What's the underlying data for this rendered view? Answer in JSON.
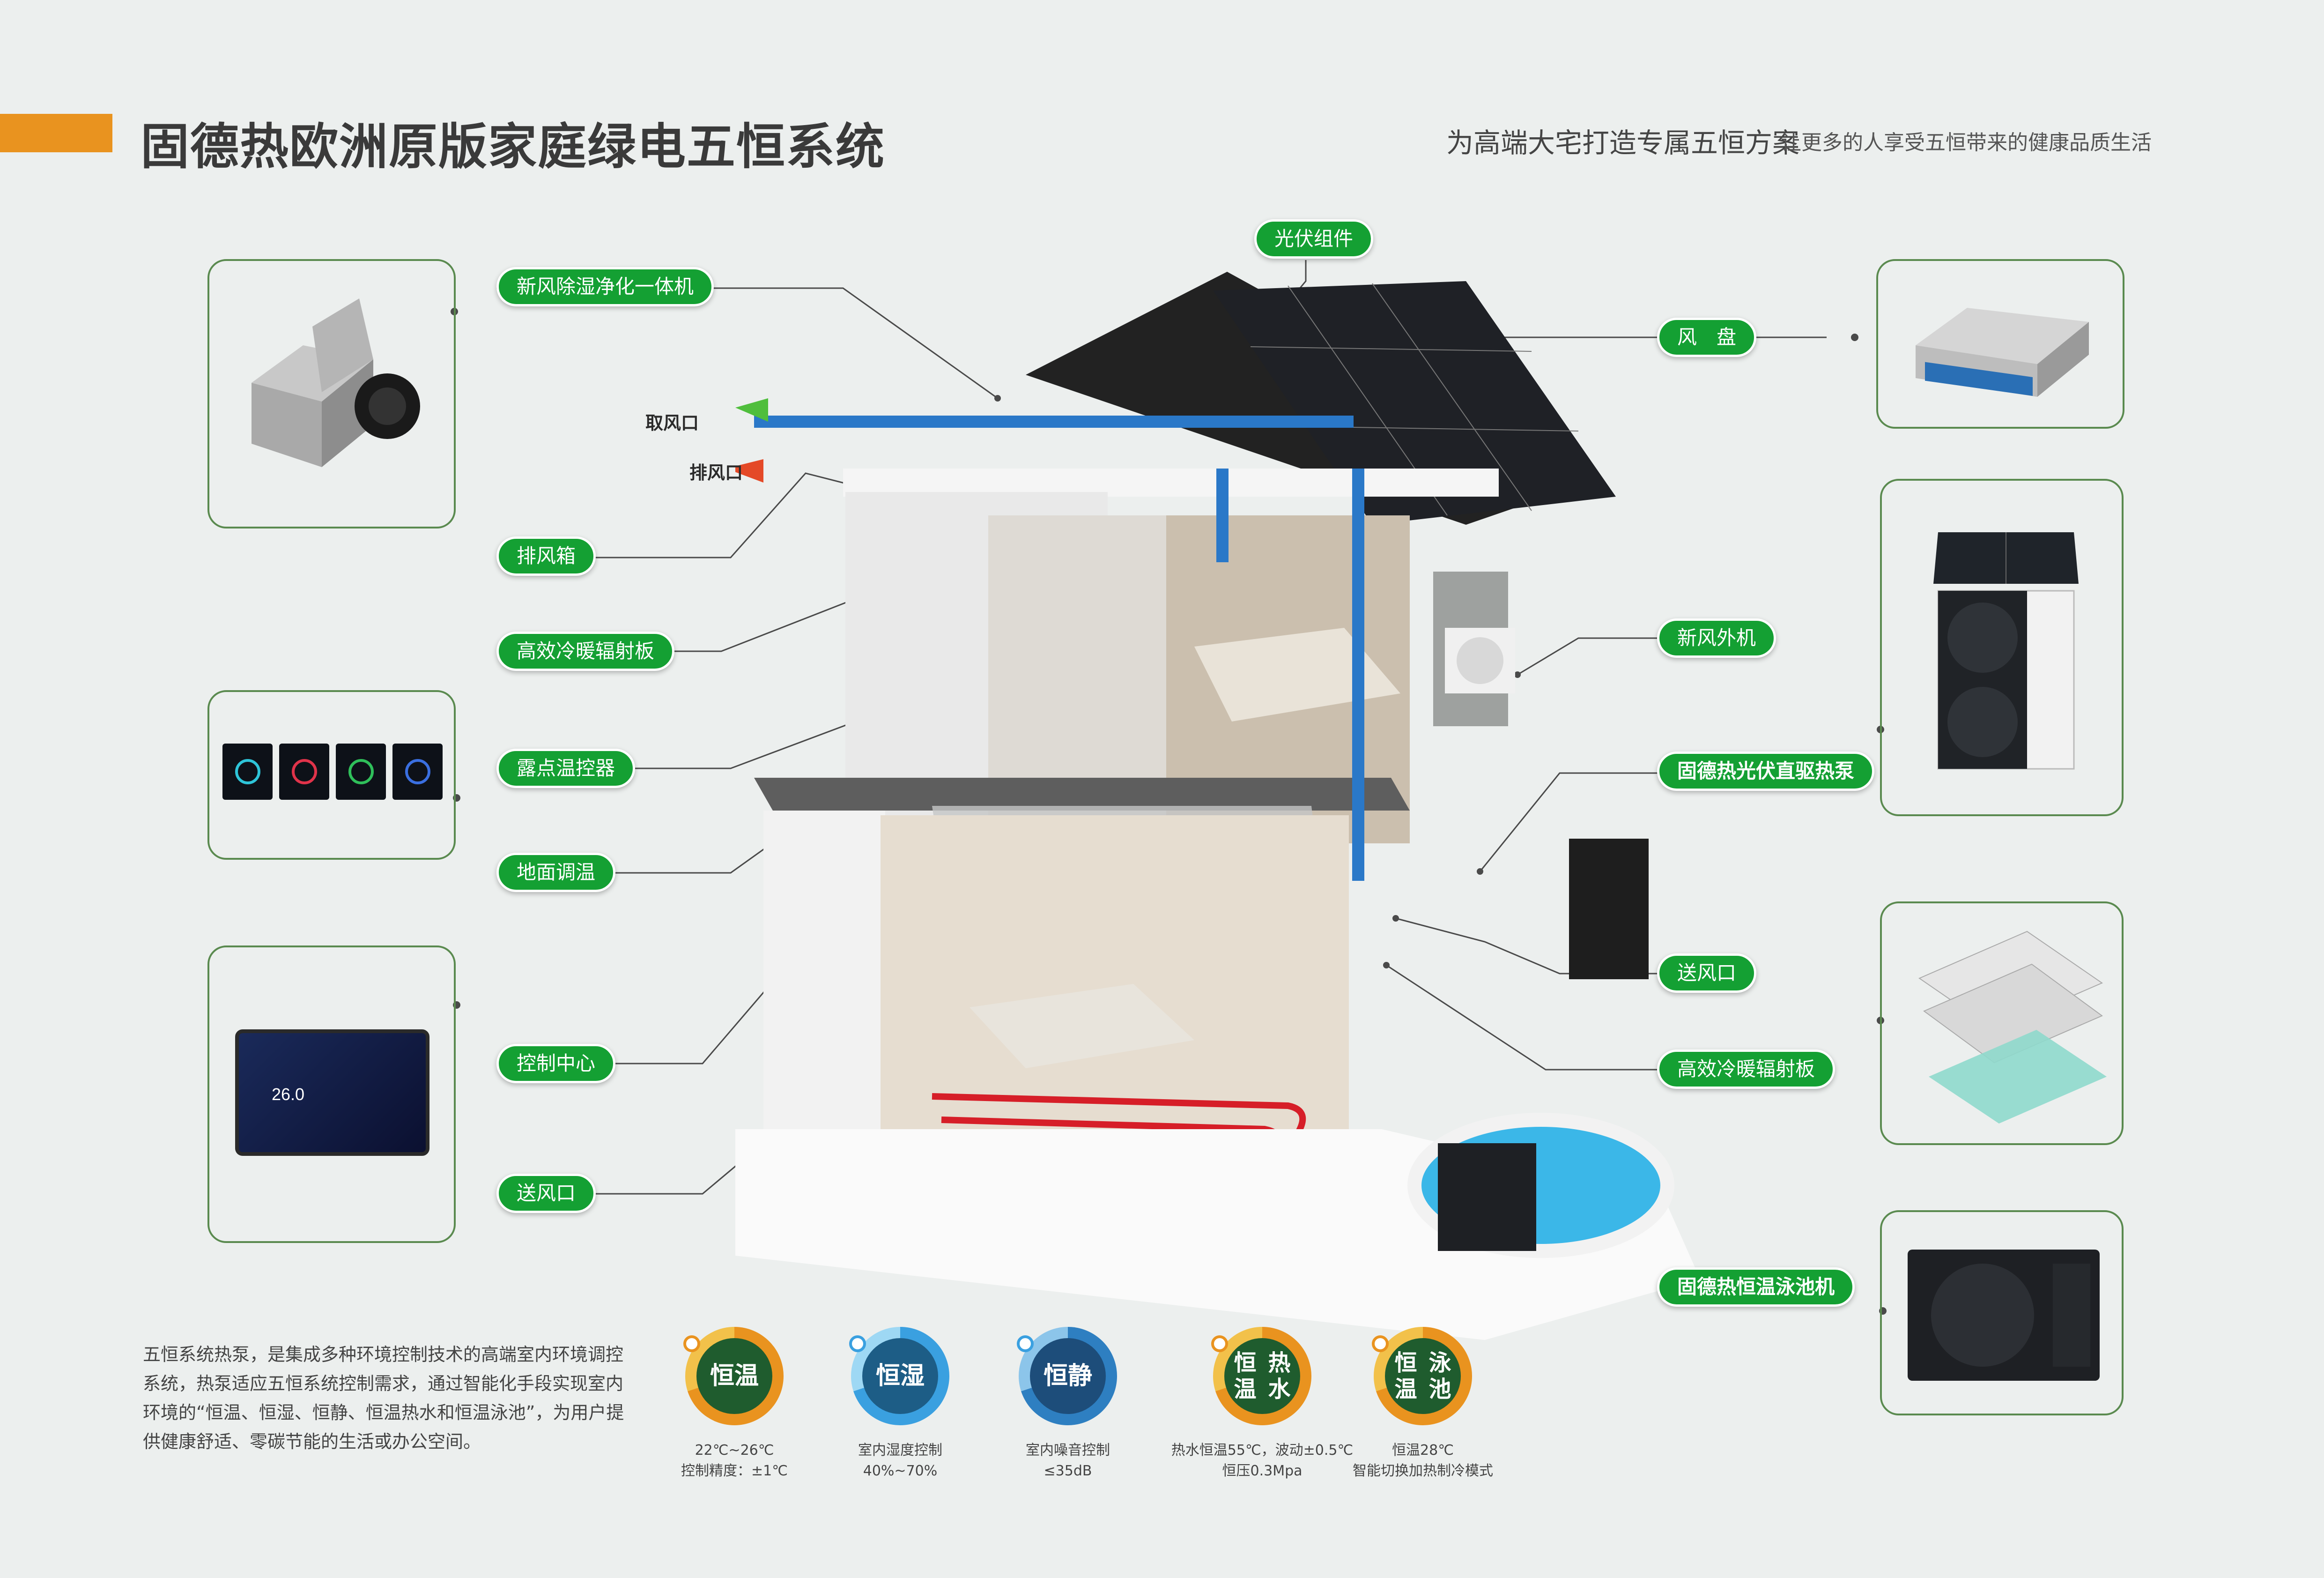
{
  "header": {
    "title": "固德热欧洲原版家庭绿电五恒系统",
    "tagline": "为高端大宅打造专属五恒方案",
    "tagline_secondary": "让更多的人享受五恒带来的健康品质生活"
  },
  "labels": {
    "pv": "光伏组件",
    "fresh_air_unit": "新风除湿净化一体机",
    "fan_coil": "风　盘",
    "intake": "取风口",
    "exhaust_vent": "排风口",
    "exhaust_box": "排风箱",
    "radiant_panel_left": "高效冷暖辐射板",
    "fresh_air_outdoor": "新风外机",
    "dew_point_thermostat": "露点温控器",
    "pv_heat_pump": "固德热光伏直驱热泵",
    "floor_heating": "地面调温",
    "supply_vent_right": "送风口",
    "control_center": "控制中心",
    "radiant_panel_right": "高效冷暖辐射板",
    "supply_vent_left": "送风口",
    "pool_machine": "固德热恒温泳池机"
  },
  "thermostat_display": "26.0",
  "description": "五恒系统热泵，是集成多种环境控制技术的高端室内环境调控系统，热泵适应五恒系统控制需求，通过智能化手段实现室内环境的“恒温、恒湿、恒静、恒温热水和恒温泳池”，为用户提供健康舒适、零碳节能的生活或办公空间。",
  "features": [
    {
      "badge": "恒温",
      "line1": "22℃~26℃",
      "line2": "控制精度：±1℃"
    },
    {
      "badge": "恒湿",
      "line1": "室内湿度控制",
      "line2": "40%~70%"
    },
    {
      "badge": "恒静",
      "line1": "室内噪音控制",
      "line2": "≤35dB"
    },
    {
      "badge": "恒温热水",
      "badge_l1": "恒温",
      "badge_l2": "热水",
      "line1": "热水恒温55℃，波动±0.5℃",
      "line2": "恒压0.3Mpa"
    },
    {
      "badge": "恒温泳池",
      "badge_l1": "恒温",
      "badge_l2": "泳池",
      "line1": "恒温28℃",
      "line2": "智能切换加热制冷模式"
    }
  ],
  "colors": {
    "accent": "#e9931f",
    "label_green": "#14a033",
    "frame": "#5a8a4f",
    "background": "#ecefee"
  }
}
